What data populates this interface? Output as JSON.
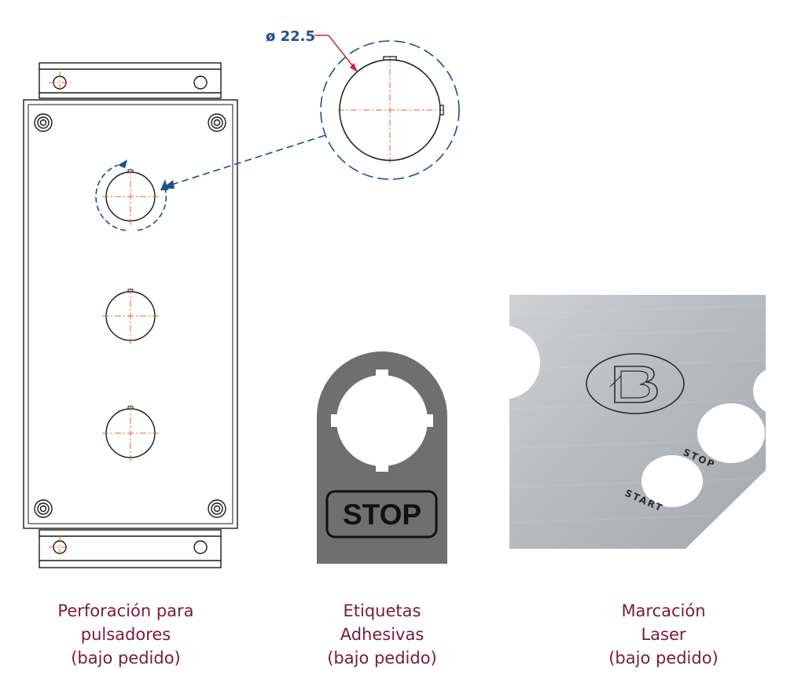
{
  "dimension": {
    "label": "ø 22.5"
  },
  "sticker": {
    "text": "STOP"
  },
  "plate": {
    "labels": {
      "stop": "STOP",
      "start": "START"
    }
  },
  "captions": [
    {
      "lines": [
        "Perforación para",
        "pulsadores",
        "(bajo pedido)"
      ]
    },
    {
      "lines": [
        "Etiquetas",
        "Adhesivas",
        "(bajo pedido)"
      ]
    },
    {
      "lines": [
        "Marcación",
        "Laser",
        "(bajo pedido)"
      ]
    }
  ],
  "colors": {
    "caption": "#7a1b3a",
    "dimension": "#1f4e8c",
    "leader": "#d9213a",
    "centerline": "#e8632b",
    "sticker": "#6f6f6f"
  }
}
